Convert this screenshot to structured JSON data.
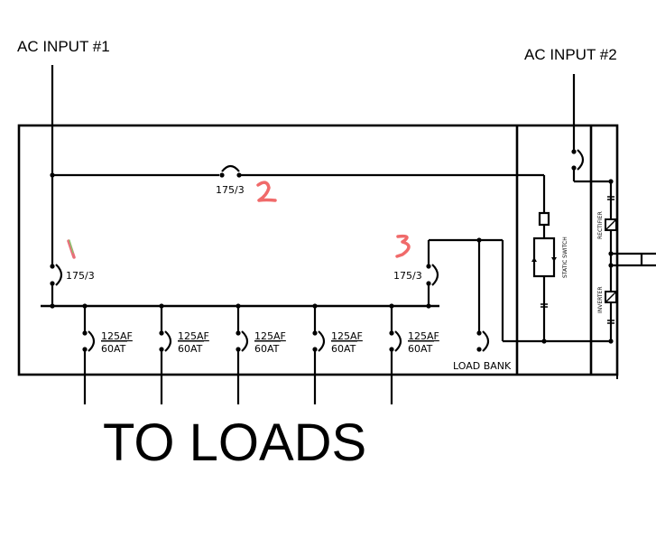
{
  "diagram": {
    "title_labels": {
      "ac_input_1": "AC INPUT #1",
      "ac_input_2": "AC INPUT #2",
      "to_loads": "TO LOADS",
      "load_bank": "LOAD  BANK"
    },
    "breakers": {
      "main_1": "175/3",
      "bypass_2": "175/3",
      "output_3": "175/3"
    },
    "feeders": [
      {
        "af": "125AF",
        "at": "60AT"
      },
      {
        "af": "125AF",
        "at": "60AT"
      },
      {
        "af": "125AF",
        "at": "60AT"
      },
      {
        "af": "125AF",
        "at": "60AT"
      },
      {
        "af": "125AF",
        "at": "60AT"
      }
    ],
    "ups_components": {
      "static_switch": "STATIC SWITCH",
      "rectifier": "RECTIFIER",
      "inverter": "INVERTER"
    },
    "annotations": [
      {
        "text": "1",
        "color": "#e8707a"
      },
      {
        "text": "2",
        "color": "#f06a6a"
      },
      {
        "text": "3",
        "color": "#f06a6a"
      }
    ],
    "colors": {
      "line": "#000000",
      "annotation_red": "#f06a6a",
      "annotation_green": "#7ad06a"
    }
  }
}
